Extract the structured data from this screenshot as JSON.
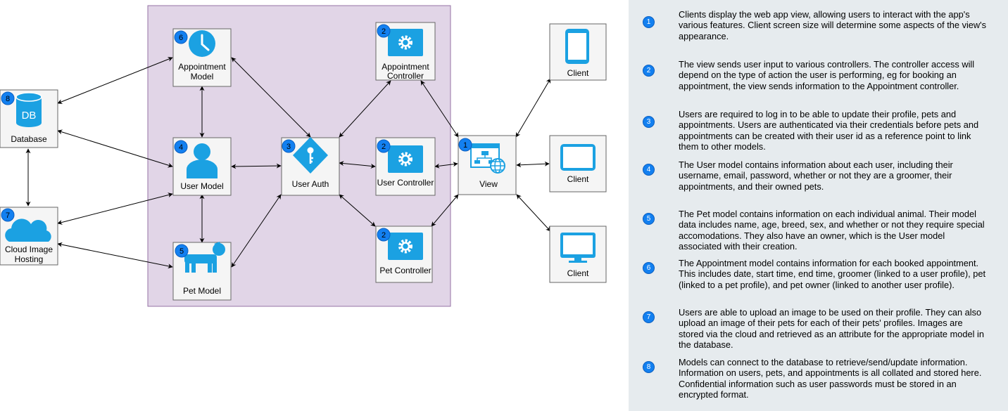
{
  "colors": {
    "container_fill": "#e1d5e7",
    "node_fill": "#f5f5f5",
    "node_stroke": "#666666",
    "icon_blue": "#1ba1e2",
    "badge_fill": "#1380f0",
    "legend_bg": "#e6ebee"
  },
  "nodes": {
    "database": {
      "label": "Database",
      "badge": "8",
      "icon": "database-icon"
    },
    "cloud": {
      "label1": "Cloud Image",
      "label2": "Hosting",
      "badge": "7",
      "icon": "cloud-icon"
    },
    "appointment_model": {
      "label1": "Appointment",
      "label2": "Model",
      "badge": "6",
      "icon": "clock-icon"
    },
    "user_model": {
      "label": "User Model",
      "badge": "4",
      "icon": "user-icon"
    },
    "pet_model": {
      "label": "Pet Model",
      "badge": "5",
      "icon": "dog-icon"
    },
    "user_auth": {
      "label": "User Auth",
      "badge": "3",
      "icon": "key-icon"
    },
    "appointment_controller": {
      "label1": "Appointment",
      "label2": "Controller",
      "badge": "2",
      "icon": "gear-icon"
    },
    "user_controller": {
      "label": "User Controller",
      "badge": "2",
      "icon": "gear-icon"
    },
    "pet_controller": {
      "label": "Pet Controller",
      "badge": "2",
      "icon": "gear-icon"
    },
    "view": {
      "label": "View",
      "badge": "1",
      "icon": "web-app-icon"
    },
    "client_phone": {
      "label": "Client",
      "icon": "phone-icon"
    },
    "client_tablet": {
      "label": "Client",
      "icon": "tablet-icon"
    },
    "client_monitor": {
      "label": "Client",
      "icon": "monitor-icon"
    }
  },
  "legend": [
    {
      "num": "1",
      "text": "Clients display the web app view, allowing users to interact with the app's various features. Client screen size will determine some aspects of the view's appearance."
    },
    {
      "num": "2",
      "text": "The view sends user input to various controllers. The controller access will depend on the type of action the user is performing, eg for booking an appointment, the view sends information to the Appointment controller."
    },
    {
      "num": "3",
      "text": "Users are required to log in to be able to update their profile, pets and appointments. Users are authenticated via their credentials before pets and appointments can be created with their user id as a reference point to link them to other models."
    },
    {
      "num": "4",
      "text": "The User model contains information about each user, including their username, email, password, whether or not they are a groomer, their appointments, and their owned pets."
    },
    {
      "num": "5",
      "text": "The Pet model contains information on each individual animal. Their model data includes name, age, breed, sex, and whether or not they require special accomodations. They also have an owner, which is the User model associated with their creation."
    },
    {
      "num": "6",
      "text": "The Appointment model contains information for each booked appointment. This includes date, start time, end time, groomer (linked to a user profile), pet (linked to a pet profile), and pet owner (linked to another user profile)."
    },
    {
      "num": "7",
      "text": "Users are able to upload an image to be used on their profile. They can also upload an image of their pets for each of their pets' profiles. Images are stored via the cloud and retrieved as an attribute for the appropriate model in the database."
    },
    {
      "num": "8",
      "text": "Models can connect to the database to retrieve/send/update information. Information on users, pets, and appointments is all collated and stored here. Confidential information such as user passwords must be stored in an encrypted format."
    }
  ]
}
